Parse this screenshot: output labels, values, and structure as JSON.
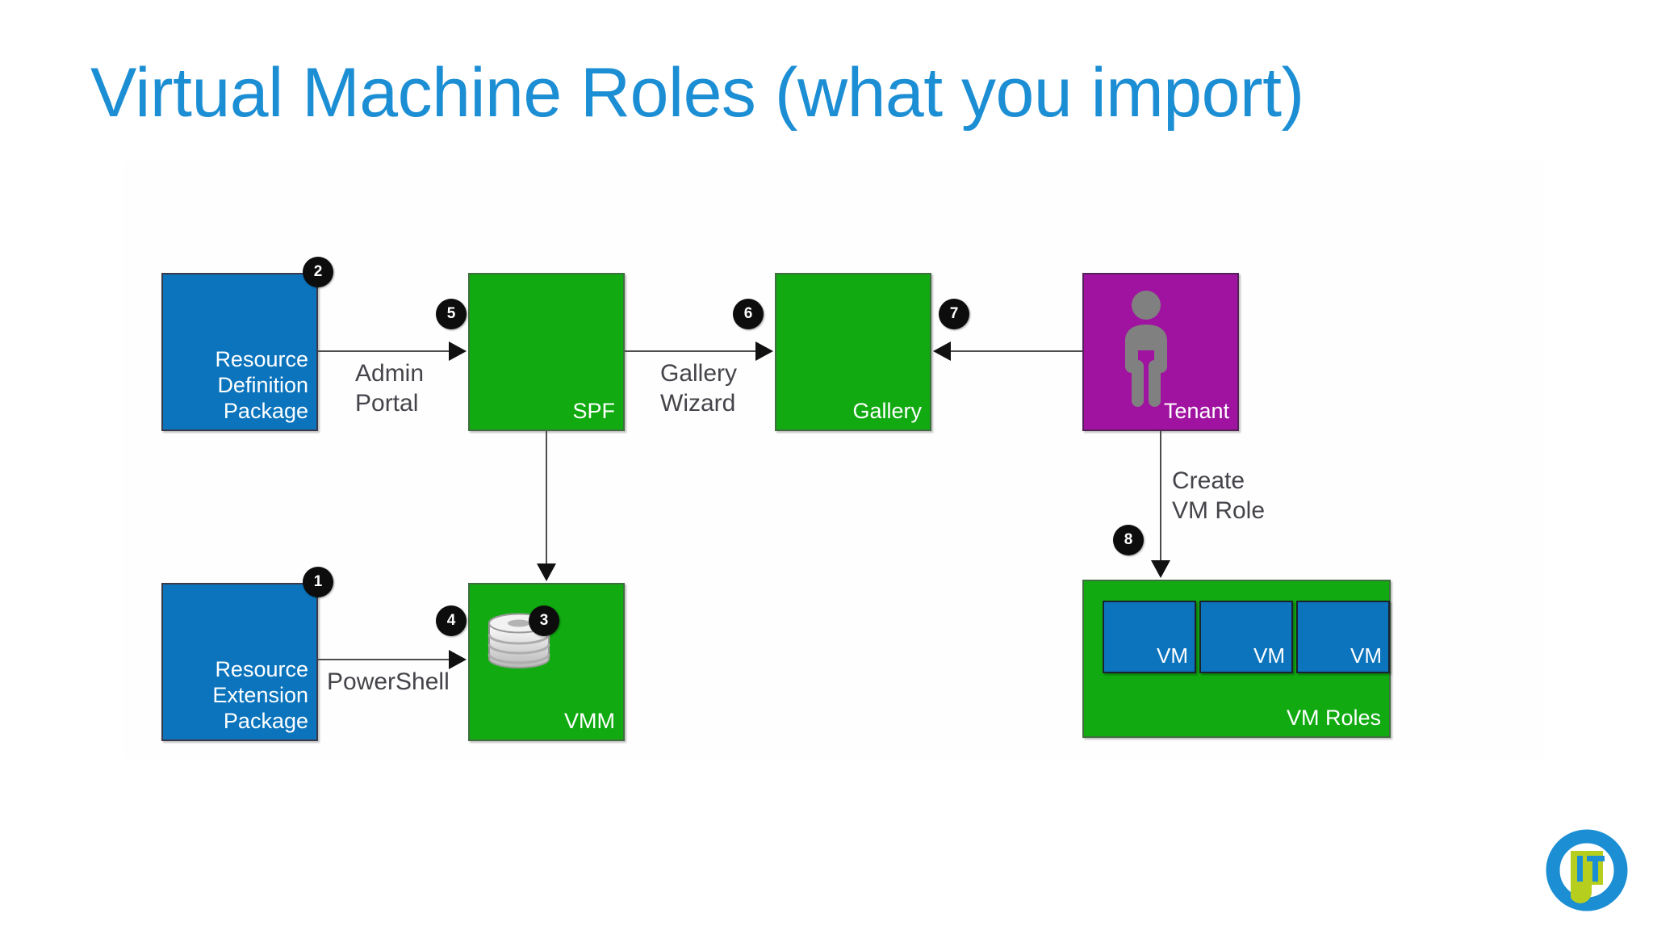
{
  "slide": {
    "title": "Virtual Machine Roles (what you import)",
    "title_color": "#1c8ed4",
    "background": "#ffffff"
  },
  "palette": {
    "blue": "#0b74bd",
    "green": "#11aa11",
    "purple": "#a012a0",
    "badge": "#0d0d0d",
    "connector": "#4d4d4d",
    "edge_text": "#44444a",
    "node_text": "#ffffff"
  },
  "nodes": {
    "resource_definition_package": {
      "label": "Resource\nDefinition\nPackage",
      "color": "#0b74bd",
      "badge": "2"
    },
    "resource_extension_package": {
      "label": "Resource\nExtension\nPackage",
      "color": "#0b74bd",
      "badge": "1"
    },
    "spf": {
      "label": "SPF",
      "color": "#11aa11",
      "badge": "5"
    },
    "vmm": {
      "label": "VMM",
      "color": "#11aa11",
      "badge": "3",
      "icon": "database-icon"
    },
    "gallery": {
      "label": "Gallery",
      "color": "#11aa11",
      "badge": "6"
    },
    "tenant": {
      "label": "Tenant",
      "color": "#a012a0",
      "badge": "7",
      "icon": "person-icon"
    },
    "vm_roles": {
      "label": "VM Roles",
      "color": "#11aa11",
      "badge": "8",
      "vms": [
        {
          "label": "VM"
        },
        {
          "label": "VM"
        },
        {
          "label": "VM"
        }
      ]
    }
  },
  "edges": {
    "admin_portal": {
      "label": "Admin\nPortal",
      "badge": "5",
      "from": "resource_definition_package",
      "to": "spf",
      "direction": "right"
    },
    "powershell": {
      "label": "PowerShell",
      "badge": "4",
      "from": "resource_extension_package",
      "to": "vmm",
      "direction": "right"
    },
    "gallery_wizard": {
      "label": "Gallery\nWizard",
      "badge": "6",
      "from": "spf",
      "to": "gallery",
      "direction": "right"
    },
    "tenant_to_gallery": {
      "label": "",
      "badge": "7",
      "from": "tenant",
      "to": "gallery",
      "direction": "left"
    },
    "spf_to_vmm": {
      "label": "",
      "badge": "3",
      "from": "spf",
      "to": "vmm",
      "direction": "down"
    },
    "create_vm_role": {
      "label": "Create\nVM Role",
      "badge": "8",
      "from": "tenant",
      "to": "vm_roles",
      "direction": "down"
    }
  },
  "logo": {
    "text": "IT",
    "ring_color": "#1c8ed4",
    "mark_color": "#b6cf1e"
  }
}
